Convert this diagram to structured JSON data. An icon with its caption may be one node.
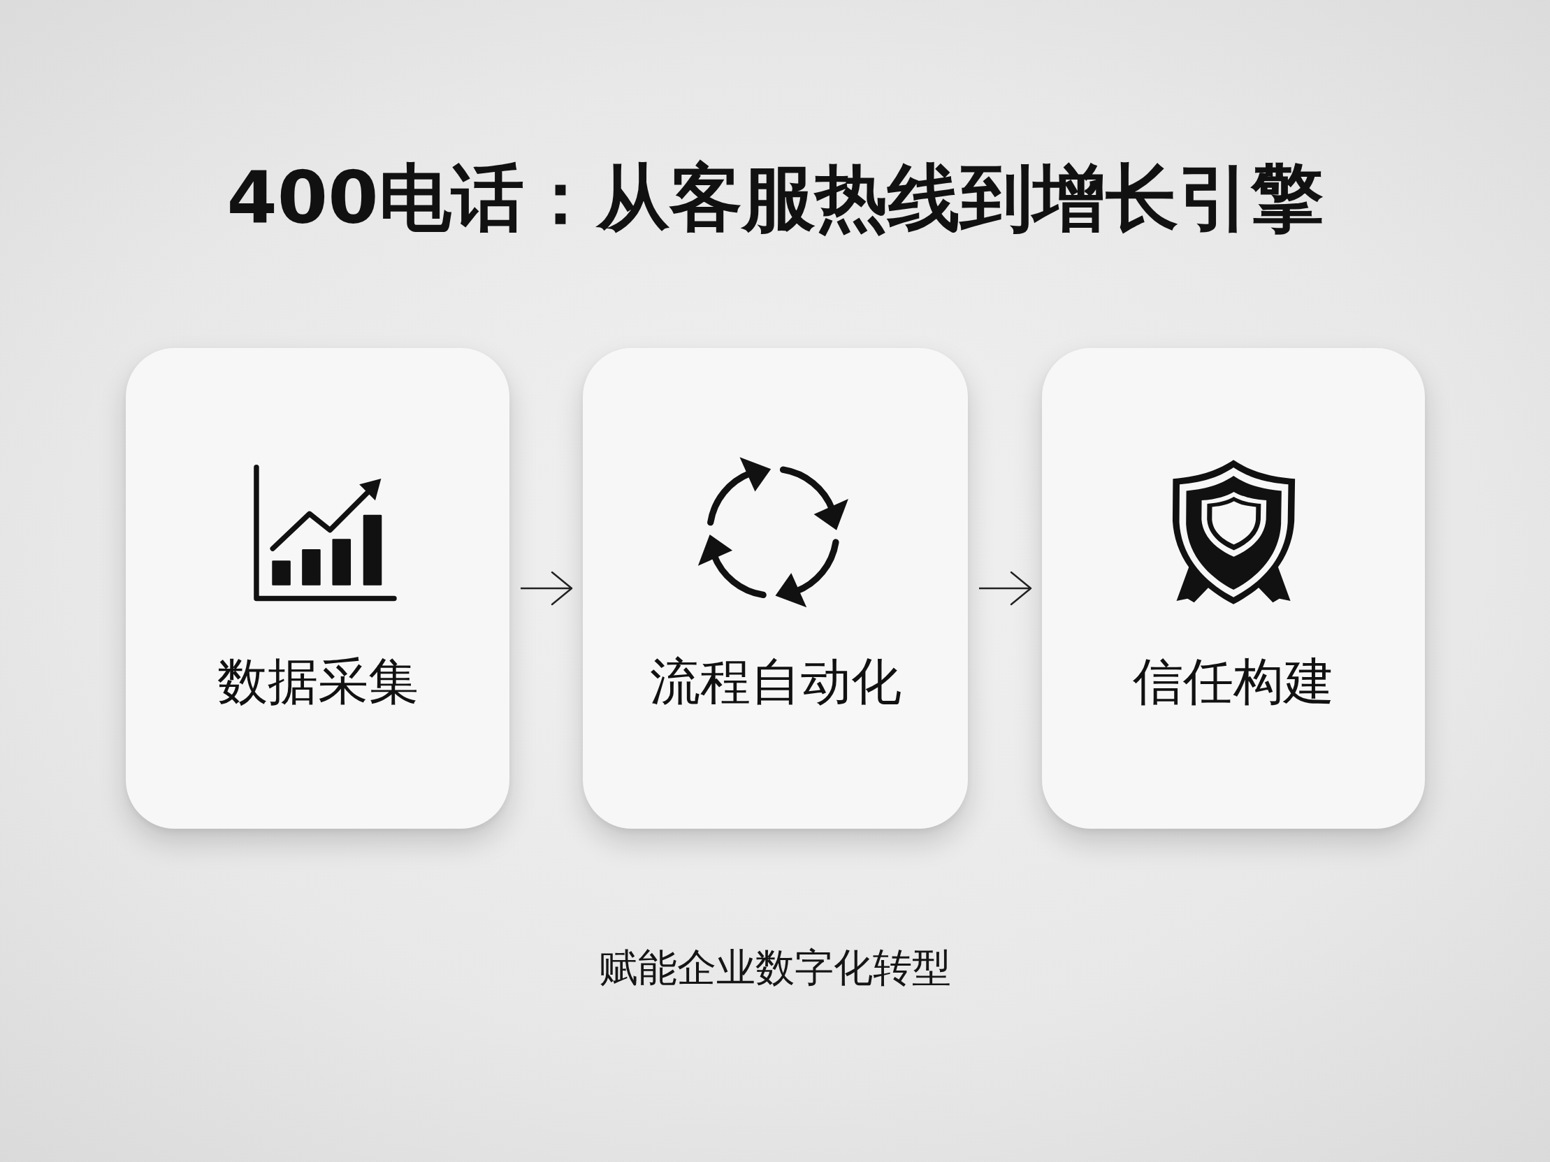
{
  "diagram": {
    "title": "400电话：从客服热线到增长引擎",
    "nodes": [
      {
        "text": [
          "数据采集"
        ]
      },
      {
        "text": [
          "流程自动化"
        ]
      },
      {
        "text": [
          "信任构建"
        ]
      }
    ],
    "edges": [
      {
        "from": 0,
        "to": 1,
        "arrow": "to"
      },
      {
        "from": 1,
        "to": 2,
        "arrow": "to"
      }
    ],
    "caption": "赋能企业数字化转型"
  }
}
